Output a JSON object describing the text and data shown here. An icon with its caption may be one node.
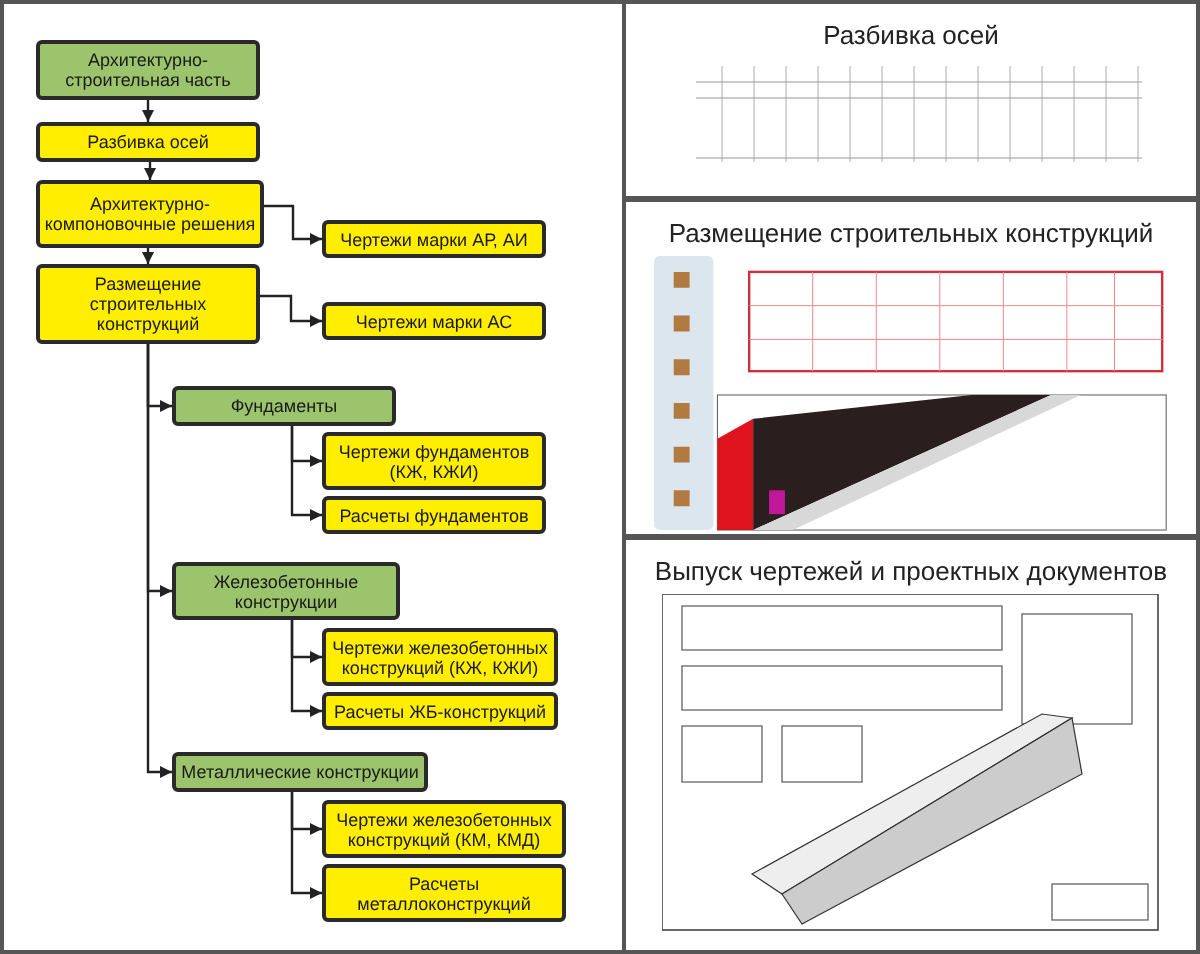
{
  "diagram": {
    "nodes": [
      {
        "text": [
          "Архитектурно-строительная часть"
        ]
      },
      {
        "text": [
          "Разбивка осей"
        ]
      },
      {
        "text": [
          "Архитектурно-компоновочные решения"
        ]
      },
      {
        "text": [
          "Чертежи марки АР, АИ"
        ]
      },
      {
        "text": [
          "Размещение строительных конструкций"
        ]
      },
      {
        "text": [
          "Чертежи марки АС"
        ]
      },
      {
        "text": [
          "Фундаменты"
        ]
      },
      {
        "text": [
          "Чертежи фундаментов (КЖ, КЖИ)"
        ]
      },
      {
        "text": [
          "Расчеты фундаментов"
        ]
      },
      {
        "text": [
          "Железобетонные конструкции"
        ]
      },
      {
        "text": [
          "Чертежи железобетонных конструкций (КЖ, КЖИ)"
        ]
      },
      {
        "text": [
          "Расчеты ЖБ-конструкций"
        ]
      },
      {
        "text": [
          "Металлические конструкции"
        ]
      },
      {
        "text": [
          "Чертежи железобетонных конструкций (КМ, КМД)"
        ]
      },
      {
        "text": [
          "Расчеты металлоконструкций"
        ]
      }
    ],
    "edges": [
      {
        "from": 0,
        "to": 1,
        "arrow": "to"
      },
      {
        "from": 1,
        "to": 2,
        "arrow": "to"
      },
      {
        "from": 2,
        "to": 4,
        "arrow": "to"
      },
      {
        "from": 2,
        "to": 3,
        "arrow": "to"
      },
      {
        "from": 4,
        "to": 5,
        "arrow": "to"
      },
      {
        "from": 4,
        "to": 6,
        "arrow": "to"
      },
      {
        "from": 4,
        "to": 9,
        "arrow": "to"
      },
      {
        "from": 4,
        "to": 12,
        "arrow": "to"
      },
      {
        "from": 6,
        "to": 7,
        "arrow": "to"
      },
      {
        "from": 6,
        "to": 8,
        "arrow": "to"
      },
      {
        "from": 9,
        "to": 10,
        "arrow": "to"
      },
      {
        "from": 9,
        "to": 11,
        "arrow": "to"
      },
      {
        "from": 12,
        "to": 13,
        "arrow": "to"
      },
      {
        "from": 12,
        "to": 14,
        "arrow": "to"
      }
    ],
    "labels": [
      "Разбивка осей",
      "Размещение строительных конструкций",
      "Выпуск чертежей и проектных документов"
    ]
  }
}
